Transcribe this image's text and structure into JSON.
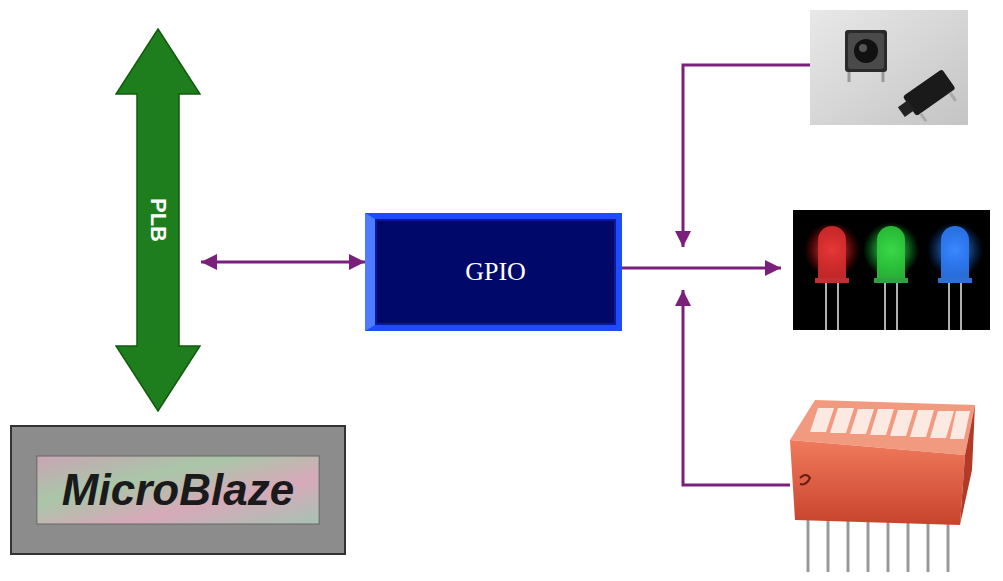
{
  "diagram": {
    "nodes": [
      {
        "text": [
          "PLB"
        ]
      },
      {
        "text": [
          "GPIO"
        ]
      },
      {
        "text": [
          "MicroBlaze"
        ]
      }
    ],
    "edges": [
      {
        "from": 0,
        "to": 1,
        "arrow": "both"
      }
    ]
  }
}
